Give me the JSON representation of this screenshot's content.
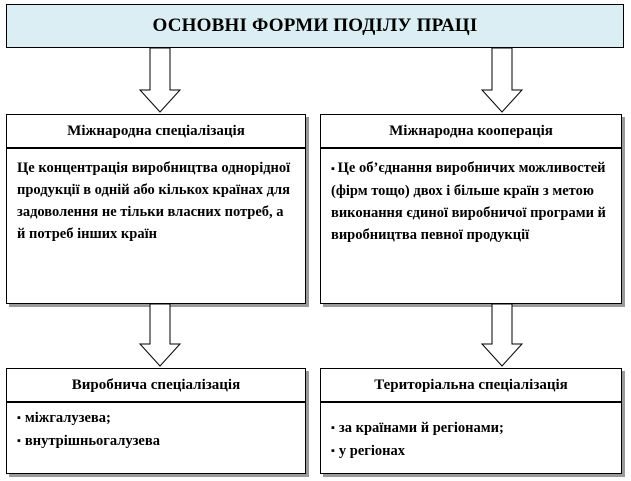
{
  "title": "ОСНОВНІ ФОРМИ ПОДІЛУ ПРАЦІ",
  "left": {
    "head": "Міжнародна спеціалізація",
    "body": "Це концентрація виробництва однорідної продукції в одній або кількох країнах для задоволення не тільки власних потреб, а й потреб інших країн"
  },
  "right": {
    "head": "Міжнародна кооперація",
    "body": "Це об’єднання виробничих можливостей (фірм тощо) двох і більше країн з метою виконання єдиної виробничої програми й виробництва певної продукції"
  },
  "bottom_left": {
    "head": "Виробнича спеціалізація",
    "items": [
      "міжгалузева;",
      "внутрішньогалузева"
    ]
  },
  "bottom_right": {
    "head": "Територіальна спеціалізація",
    "items": [
      "за країнами й регіонами;",
      "у регіонах"
    ]
  }
}
